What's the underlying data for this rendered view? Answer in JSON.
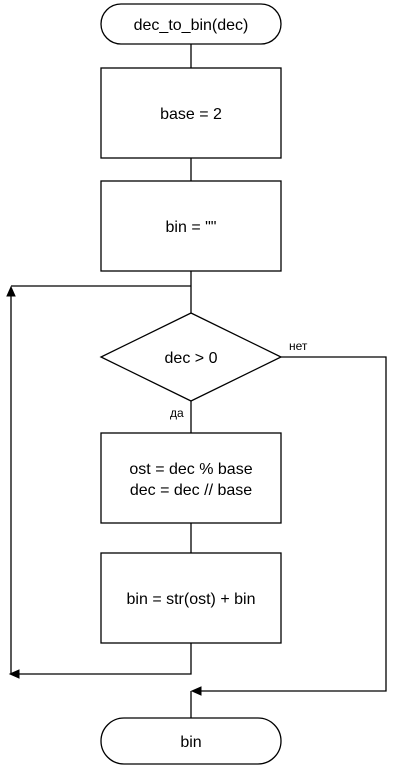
{
  "flowchart": {
    "nodes": {
      "start": {
        "kind": "terminator",
        "text": "dec_to_bin(dec)"
      },
      "set_base": {
        "kind": "process",
        "text": "base = 2"
      },
      "init_bin": {
        "kind": "process",
        "text": "bin = \"\""
      },
      "condition": {
        "kind": "decision",
        "text": "dec > 0"
      },
      "divide": {
        "kind": "process",
        "lines": [
          "ost = dec % base",
          "dec = dec // base"
        ]
      },
      "prepend": {
        "kind": "process",
        "text": "bin = str(ost) + bin"
      },
      "end": {
        "kind": "terminator",
        "text": "bin"
      }
    },
    "edges": [
      {
        "from": "start",
        "to": "set_base"
      },
      {
        "from": "set_base",
        "to": "init_bin"
      },
      {
        "from": "init_bin",
        "to": "condition"
      },
      {
        "from": "condition",
        "to": "divide",
        "label": "да"
      },
      {
        "from": "condition",
        "to": "end",
        "label": "нет"
      },
      {
        "from": "divide",
        "to": "prepend"
      },
      {
        "from": "prepend",
        "to": "condition",
        "kind": "loop-back"
      }
    ]
  }
}
